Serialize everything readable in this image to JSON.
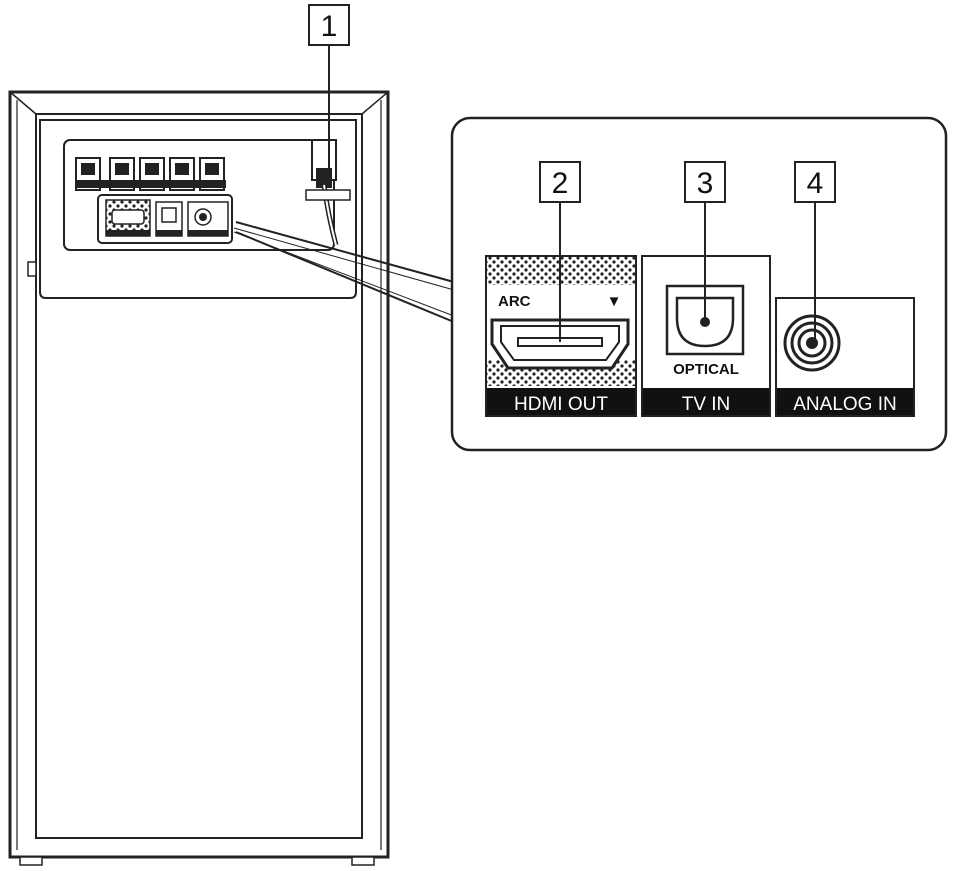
{
  "callouts": {
    "c1": "1",
    "c2": "2",
    "c3": "3",
    "c4": "4"
  },
  "ports": {
    "hdmi": {
      "label": "HDMI OUT",
      "sublabel": "ARC",
      "arrow": "▼"
    },
    "optical": {
      "label": "TV IN",
      "sublabel": "OPTICAL"
    },
    "analog": {
      "label": "ANALOG IN"
    }
  },
  "colors": {
    "line": "#222222",
    "panel_fill": "#ffffff",
    "label_band": "#111111"
  }
}
